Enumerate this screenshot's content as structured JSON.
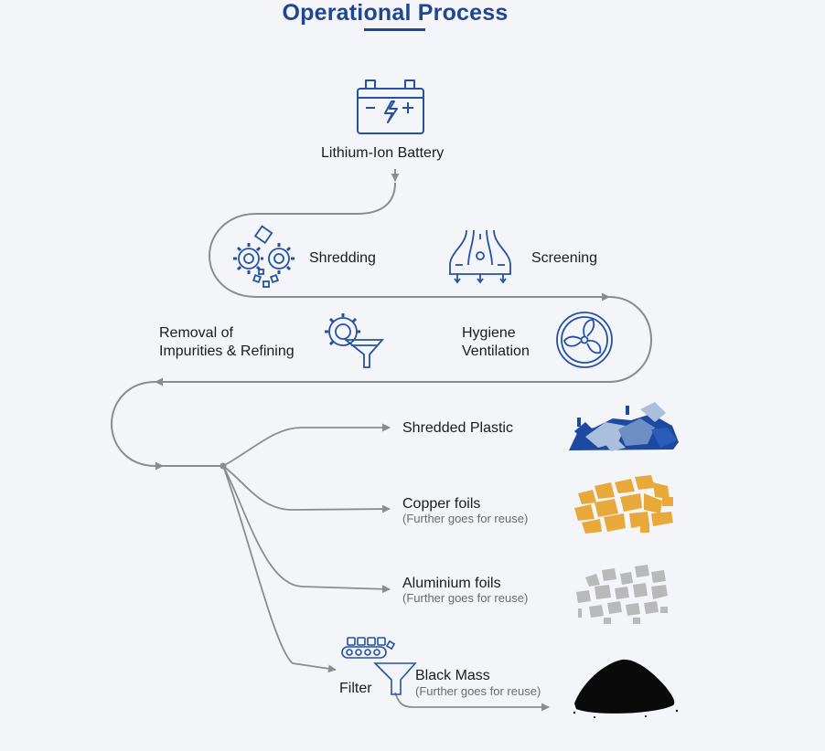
{
  "title": "Operational Process",
  "steps": {
    "battery": "Lithium-Ion Battery",
    "shredding": "Shredding",
    "screening": "Screening",
    "removal_line1": "Removal of",
    "removal_line2": "Impurities & Refining",
    "hygiene_line1": "Hygiene",
    "hygiene_line2": "Ventilation",
    "filter": "Filter"
  },
  "outputs": [
    {
      "name": "Shredded Plastic",
      "note": ""
    },
    {
      "name": "Copper foils",
      "note": "(Further goes for reuse)"
    },
    {
      "name": "Aluminium foils",
      "note": "(Further goes for reuse)"
    },
    {
      "name": "Black Mass",
      "note": "(Further goes for reuse)"
    }
  ],
  "colors": {
    "brand_blue": "#1f4690",
    "icon_blue": "#2352a3",
    "flow_gray": "#8c8c8c",
    "copper": "#e9a93a",
    "aluminium": "#b9b9b9",
    "plastic_dark": "#1d4aa0",
    "plastic_light": "#a9bfdc",
    "black_mass": "#0a0a0a"
  }
}
